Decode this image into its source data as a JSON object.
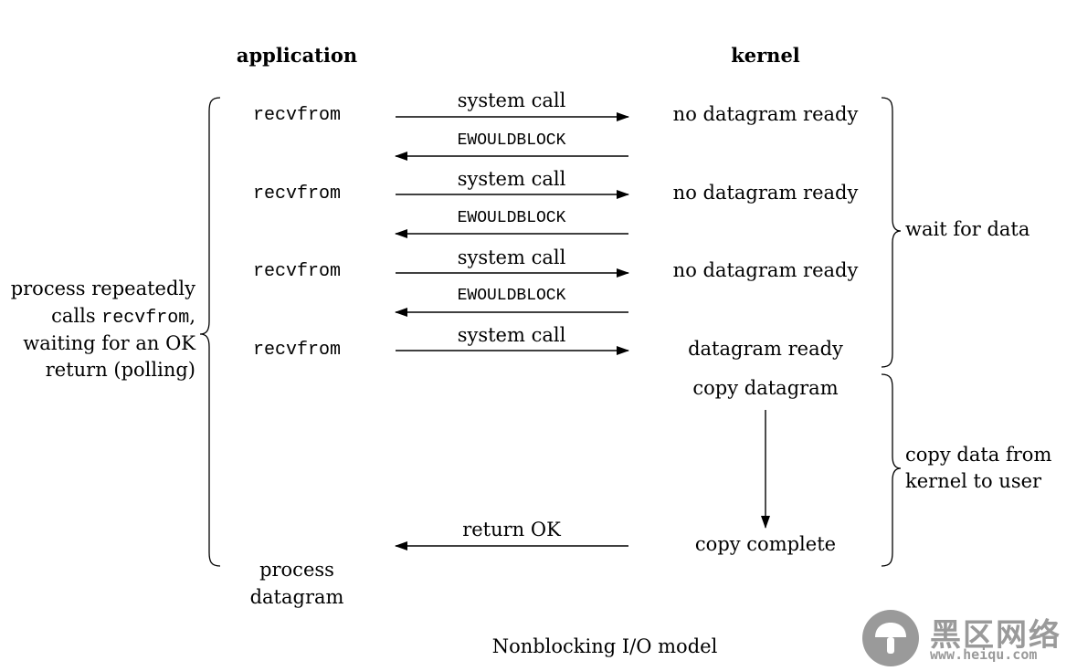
{
  "headers": {
    "application": "application",
    "kernel": "kernel"
  },
  "rounds": [
    {
      "app_call": "recvfrom",
      "request": "system call",
      "kernel_state": "no datagram ready",
      "reply": "EWOULDBLOCK"
    },
    {
      "app_call": "recvfrom",
      "request": "system call",
      "kernel_state": "no datagram ready",
      "reply": "EWOULDBLOCK"
    },
    {
      "app_call": "recvfrom",
      "request": "system call",
      "kernel_state": "no datagram ready",
      "reply": "EWOULDBLOCK"
    },
    {
      "app_call": "recvfrom",
      "request": "system call",
      "kernel_state": "datagram ready",
      "reply": ""
    }
  ],
  "kernel_copy": {
    "start": "copy datagram",
    "end": "copy complete"
  },
  "return_label": "return OK",
  "app_final": {
    "line1": "process",
    "line2": "datagram"
  },
  "left_annotation": {
    "line1": "process repeatedly",
    "line2_prefix": "calls ",
    "line2_code": "recvfrom",
    "line2_suffix": ",",
    "line3": "waiting for an OK",
    "line4": "return (polling)"
  },
  "right_annotations": {
    "wait": "wait for data",
    "copy_line1": "copy data from",
    "copy_line2": "kernel to user"
  },
  "caption": "Nonblocking I/O model",
  "watermark": {
    "logo_text": "黑区网络",
    "url": "www.heiqu.com"
  }
}
